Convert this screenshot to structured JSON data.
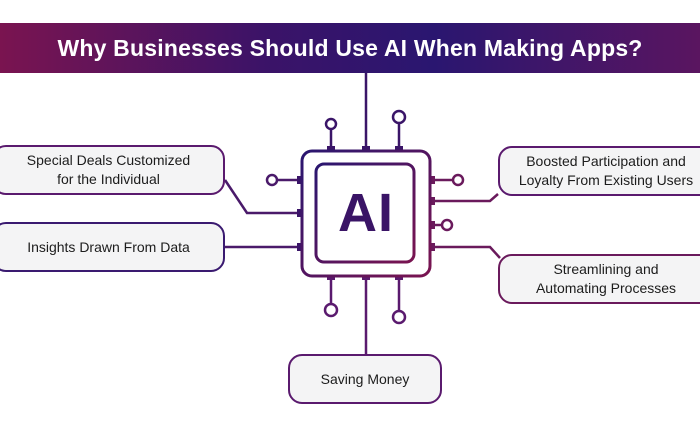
{
  "title": "Why Businesses Should Use AI When Making Apps?",
  "chip_label": "AI",
  "benefits": {
    "left_top": [
      "Special Deals Customized",
      "for the Individual"
    ],
    "left_bottom": [
      "Insights Drawn From Data"
    ],
    "right_top": [
      "Boosted Participation and",
      "Loyalty From Existing Users"
    ],
    "right_bottom": [
      "Streamlining and",
      "Automating Processes"
    ],
    "bottom": [
      "Saving Money"
    ]
  },
  "colors": {
    "magenta": "#7a1450",
    "indigo": "#2a1670",
    "purple": "#4a1a6a",
    "box_fill": "#f4f4f5"
  }
}
